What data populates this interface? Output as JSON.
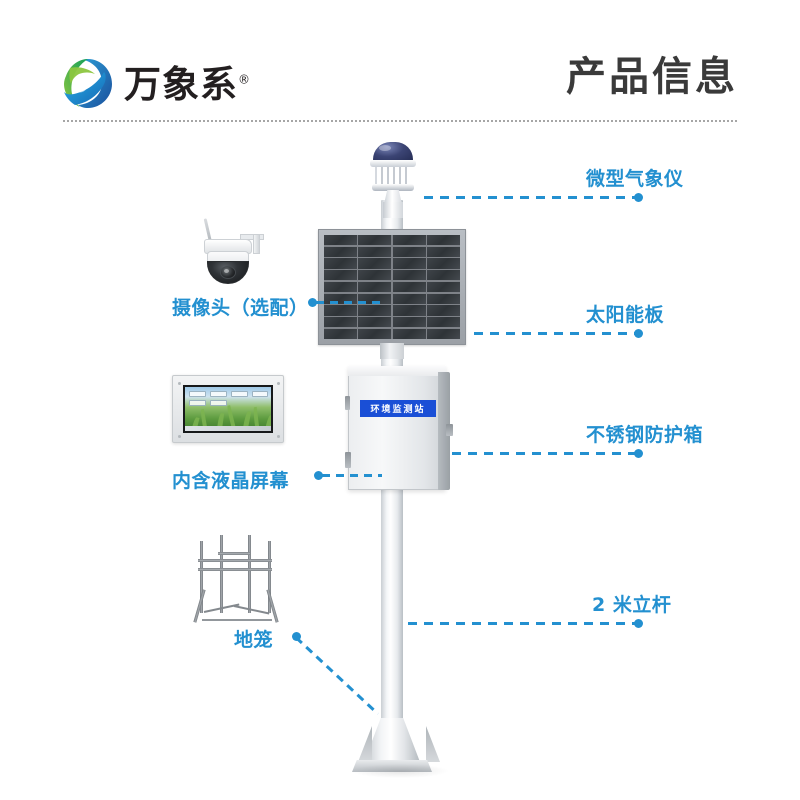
{
  "header": {
    "brand_name": "万象系",
    "brand_reg": "®",
    "title": "产品信息"
  },
  "accent_color": "#2390d0",
  "title_color": "#3a3a3a",
  "device": {
    "enclosure_label": "环境监测站"
  },
  "callouts": {
    "right": [
      {
        "id": "weather-sensor",
        "label": "微型气象仪"
      },
      {
        "id": "solar-panel",
        "label": "太阳能板"
      },
      {
        "id": "enclosure",
        "label": "不锈钢防护箱"
      },
      {
        "id": "pole",
        "label": "2 米立杆"
      }
    ],
    "left": [
      {
        "id": "camera",
        "label": "摄像头（选配）"
      },
      {
        "id": "lcd-screen",
        "label": "内含液晶屏幕"
      },
      {
        "id": "ground-cage",
        "label": "地笼"
      }
    ]
  }
}
